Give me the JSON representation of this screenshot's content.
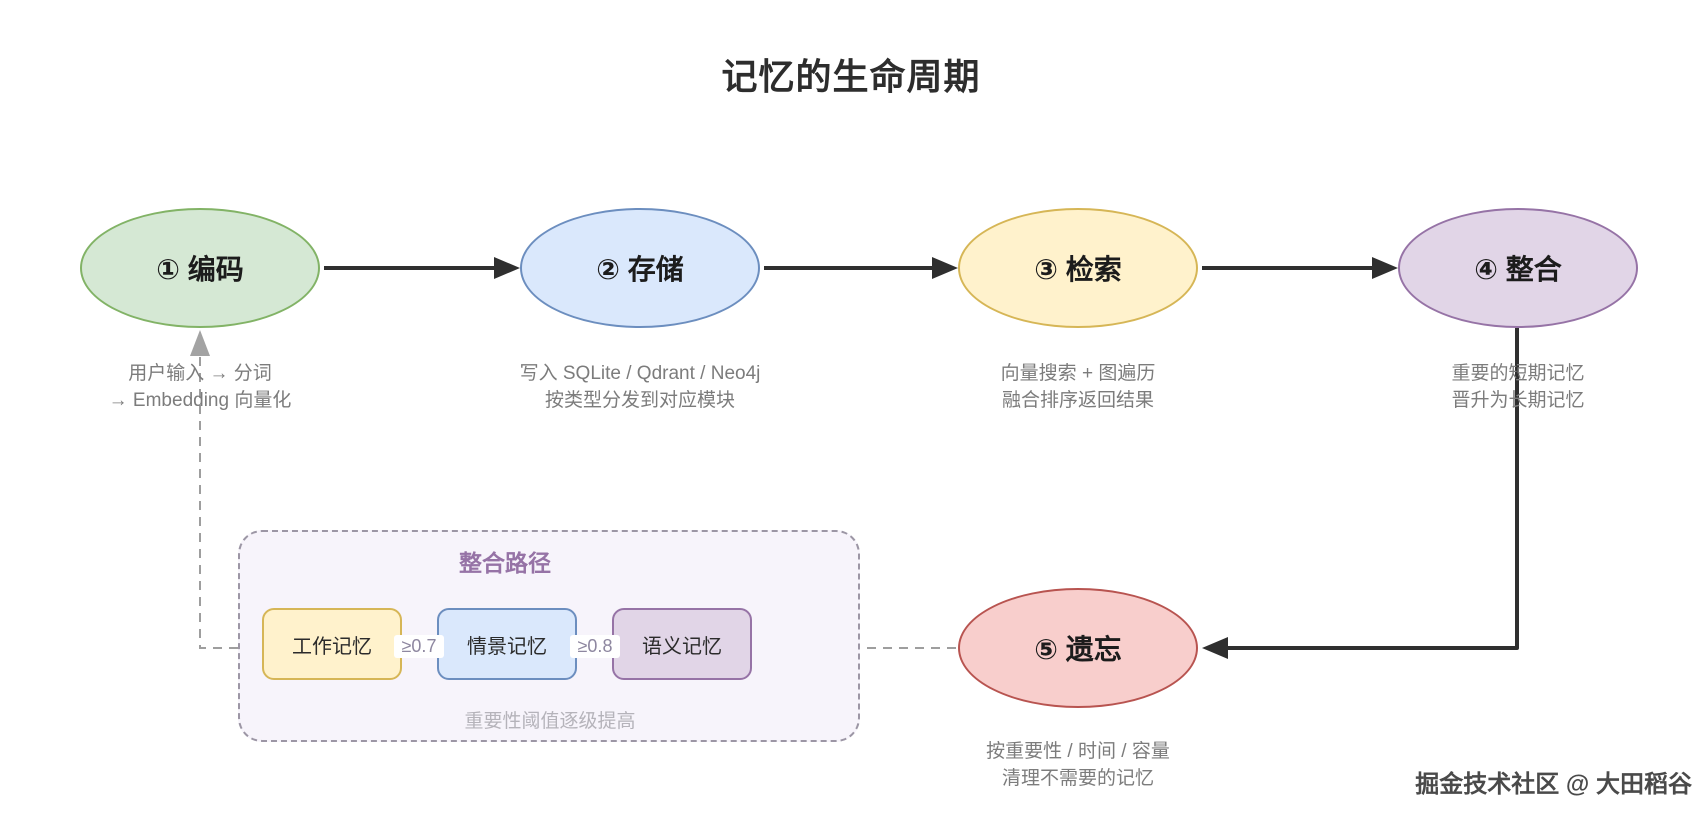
{
  "title": "记忆的生命周期",
  "nodes": {
    "encode": {
      "label": "① 编码",
      "caption": [
        "用户输入 → 分词",
        "→ Embedding 向量化"
      ]
    },
    "store": {
      "label": "② 存储",
      "caption": [
        "写入 SQLite / Qdrant / Neo4j",
        "按类型分发到对应模块"
      ]
    },
    "retrieve": {
      "label": "③ 检索",
      "caption": [
        "向量搜索 + 图遍历",
        "融合排序返回结果"
      ]
    },
    "consolidate": {
      "label": "④ 整合",
      "caption": [
        "重要的短期记忆",
        "晋升为长期记忆"
      ]
    },
    "forget": {
      "label": "⑤ 遗忘",
      "caption": [
        "按重要性 / 时间 / 容量",
        "清理不需要的记忆"
      ]
    }
  },
  "consolidation_path": {
    "title": "整合路径",
    "boxes": [
      {
        "label": "工作记忆"
      },
      {
        "label": "情景记忆"
      },
      {
        "label": "语义记忆"
      }
    ],
    "thresholds": [
      "≥0.7",
      "≥0.8"
    ],
    "caption": "重要性阈值逐级提高"
  },
  "watermark": "掘金技术社区 @ 大田稻谷",
  "colors": {
    "encode_fill": "#d5e8d4",
    "encode_stroke": "#82b366",
    "store_fill": "#dae8fc",
    "store_stroke": "#6c8ebf",
    "retrieve_fill": "#fff2cc",
    "retrieve_stroke": "#d6b656",
    "consolidate_fill": "#e1d5e7",
    "consolidate_stroke": "#9673a6",
    "forget_fill": "#f8cecc",
    "forget_stroke": "#b85450",
    "solid_arrow": "#2f2f2f",
    "dashed_line": "#9e9e9e"
  }
}
